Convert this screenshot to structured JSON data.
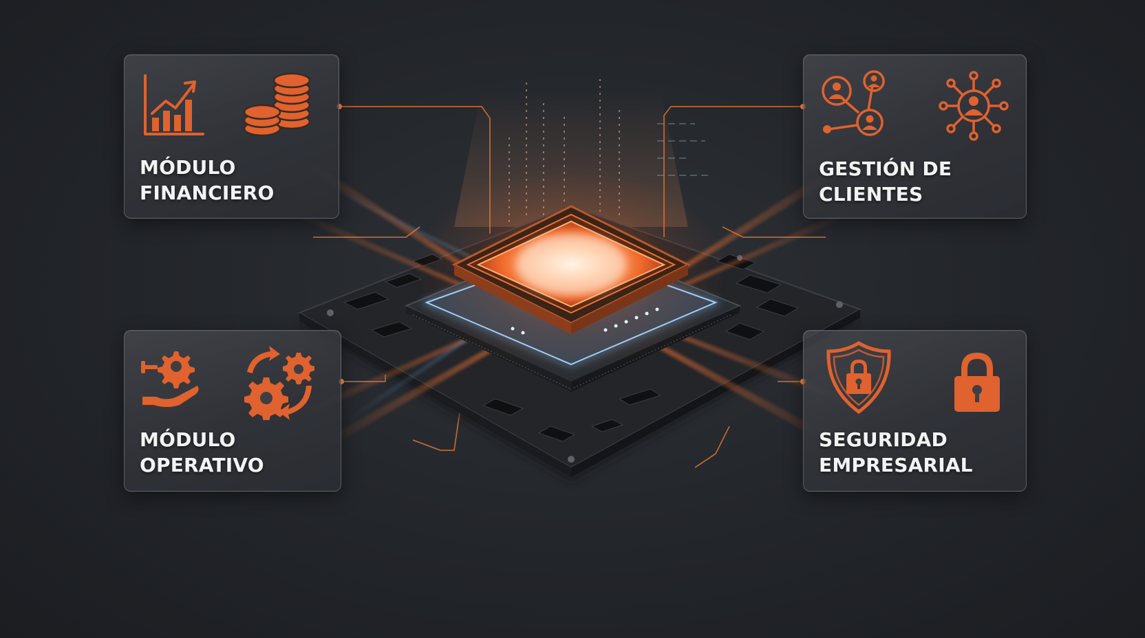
{
  "accent_color": "#e0622e",
  "background_color": "#24272c",
  "cards": {
    "financiero": {
      "title_line1": "MÓDULO",
      "title_line2": "FINANCIERO",
      "icons": [
        "bar-chart-growth-icon",
        "coin-stack-icon"
      ]
    },
    "clientes": {
      "title_line1": "GESTIÓN DE",
      "title_line2": "CLIENTES",
      "icons": [
        "user-network-icon",
        "user-hub-icon"
      ]
    },
    "operativo": {
      "title_line1": "MÓDULO",
      "title_line2": "OPERATIVO",
      "icons": [
        "hand-gear-wrench-icon",
        "gears-cycle-icon"
      ]
    },
    "seguridad": {
      "title_line1": "SEGURIDAD",
      "title_line2": "EMPRESARIAL",
      "icons": [
        "shield-lock-icon",
        "padlock-icon"
      ]
    }
  }
}
